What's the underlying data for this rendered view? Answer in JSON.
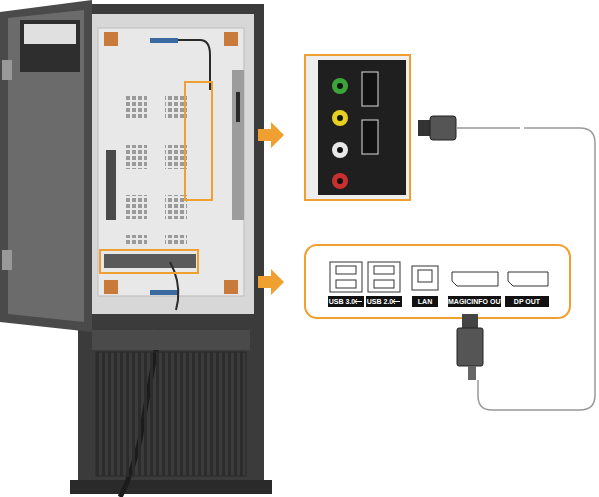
{
  "diagram": {
    "labels": [
      "USB 3.0",
      "USB 2.0",
      "LAN",
      "MAGICINFO OUT",
      "DP OUT"
    ]
  }
}
